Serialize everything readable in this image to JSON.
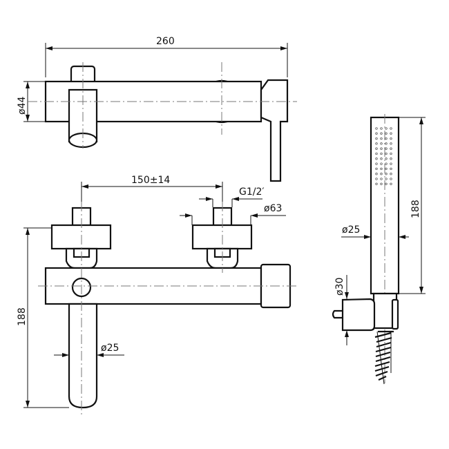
{
  "dimensions": {
    "overall_length": "260",
    "body_diameter": "ø44",
    "center_distance": "150±14",
    "thread": "G1/2′",
    "flange_diameter": "ø63",
    "mixer_height": "188",
    "lever_diameter": "ø25",
    "handshower_length": "188",
    "handshower_diameter": "ø25",
    "holder_diameter": "ø30"
  }
}
